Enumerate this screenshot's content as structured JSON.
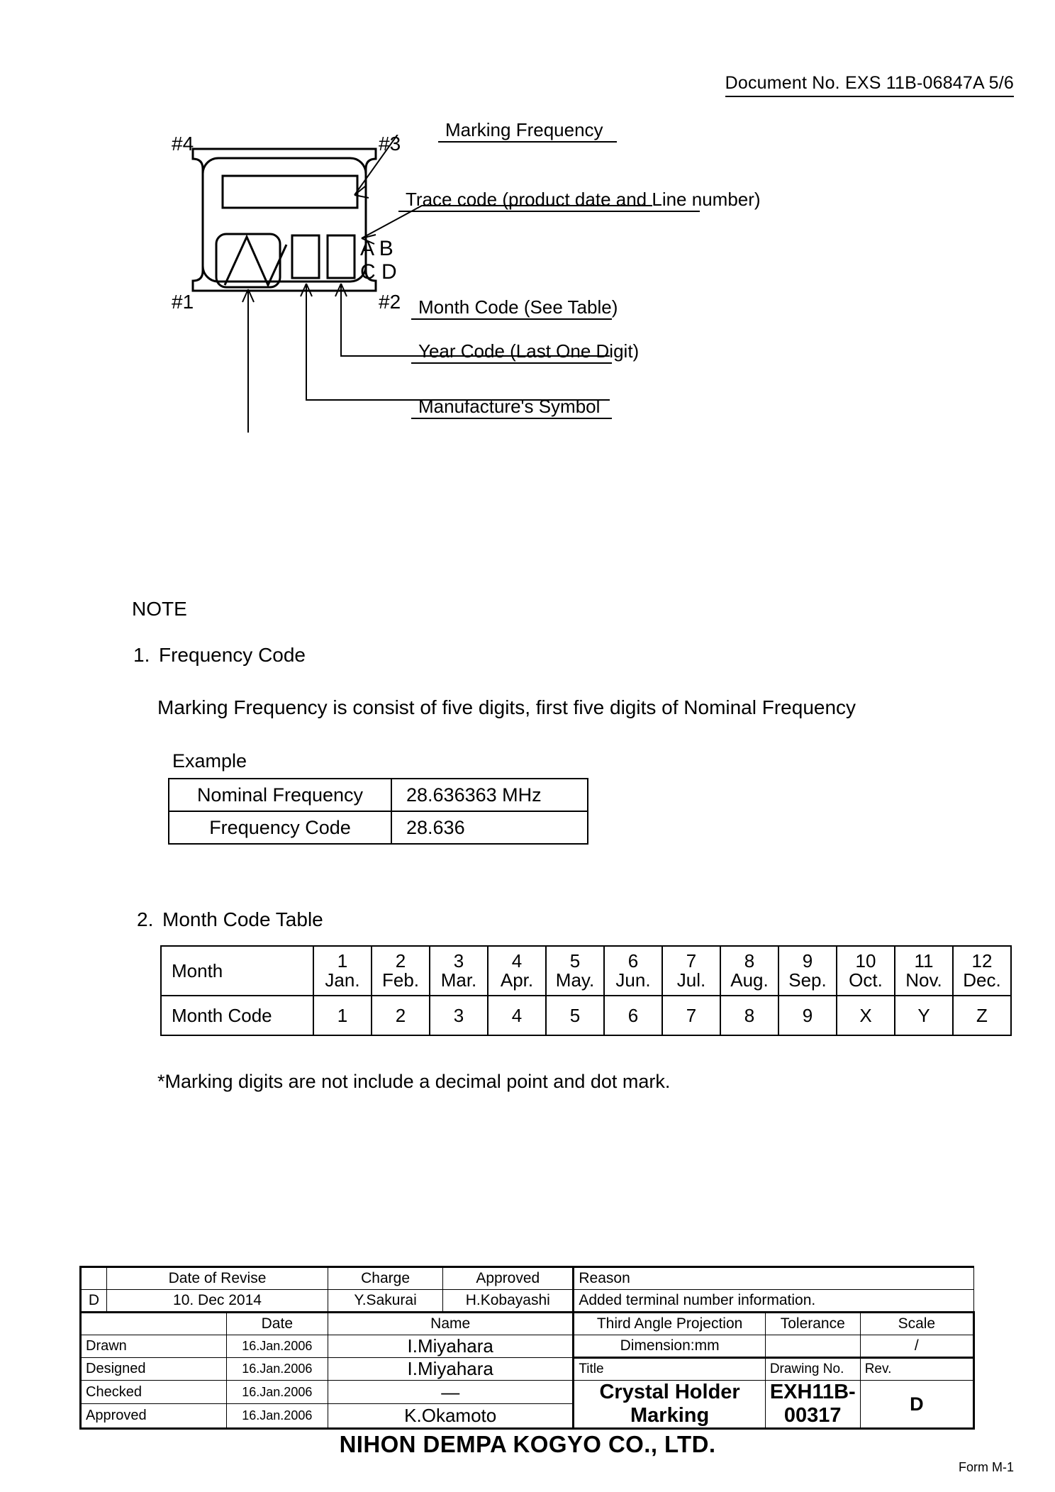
{
  "header": {
    "document_no": "Document No. EXS 11B-06847A  5/6"
  },
  "diagram": {
    "pin_labels": {
      "p4": "#4",
      "p3": "#3",
      "p1": "#1",
      "p2": "#2"
    },
    "marking_text": {
      "line1": "A B",
      "line2": "C D"
    },
    "callouts": [
      {
        "id": "marking-frequency",
        "label": "Marking Frequency"
      },
      {
        "id": "trace-code",
        "label": "Trace code (product date and Line number)"
      },
      {
        "id": "month-code",
        "label": "Month Code (See Table)"
      },
      {
        "id": "year-code",
        "label": "Year Code (Last One Digit)"
      },
      {
        "id": "manufactures-symbol",
        "label": "Manufacture's  Symbol"
      }
    ]
  },
  "note": {
    "heading": "NOTE",
    "item1": {
      "number": "1.",
      "title": "Frequency Code",
      "body": "Marking Frequency is consist of five digits, first five digits of Nominal Frequency",
      "example_label": "Example",
      "example_rows": [
        {
          "key": "Nominal Frequency",
          "value": "28.636363 MHz"
        },
        {
          "key": "Frequency Code",
          "value": "28.636"
        }
      ]
    },
    "item2": {
      "number": "2.",
      "title": "Month Code Table",
      "row_headers": [
        "Month",
        "Month Code"
      ],
      "months": [
        {
          "num": "1",
          "abbr": "Jan.",
          "code": "1"
        },
        {
          "num": "2",
          "abbr": "Feb.",
          "code": "2"
        },
        {
          "num": "3",
          "abbr": "Mar.",
          "code": "3"
        },
        {
          "num": "4",
          "abbr": "Apr.",
          "code": "4"
        },
        {
          "num": "5",
          "abbr": "May.",
          "code": "5"
        },
        {
          "num": "6",
          "abbr": "Jun.",
          "code": "6"
        },
        {
          "num": "7",
          "abbr": "Jul.",
          "code": "7"
        },
        {
          "num": "8",
          "abbr": "Aug.",
          "code": "8"
        },
        {
          "num": "9",
          "abbr": "Sep.",
          "code": "9"
        },
        {
          "num": "10",
          "abbr": "Oct.",
          "code": "X"
        },
        {
          "num": "11",
          "abbr": "Nov.",
          "code": "Y"
        },
        {
          "num": "12",
          "abbr": "Dec.",
          "code": "Z"
        }
      ]
    },
    "footnote": "*Marking digits are not include a decimal point and dot mark."
  },
  "title_block": {
    "revision_header": {
      "rev": "",
      "date_of_revise": "Date of Revise",
      "charge": "Charge",
      "approved": "Approved",
      "reason": "Reason"
    },
    "revision_row": {
      "rev": "D",
      "date": "10. Dec 2014",
      "charge": "Y.Sakurai",
      "approved": "H.Kobayashi",
      "reason": "Added terminal number information."
    },
    "sign_header": {
      "blank": "",
      "date": "Date",
      "name": "Name"
    },
    "sign_rows": [
      {
        "role": "Drawn",
        "date": "16.Jan.2006",
        "name": "I.Miyahara"
      },
      {
        "role": "Designed",
        "date": "16.Jan.2006",
        "name": "I.Miyahara"
      },
      {
        "role": "Checked",
        "date": "16.Jan.2006",
        "name": "—"
      },
      {
        "role": "Approved",
        "date": "16.Jan.2006",
        "name": "K.Okamoto"
      }
    ],
    "projection_header": "Third Angle Projection",
    "projection_value": "Dimension:mm",
    "tolerance_header": "Tolerance",
    "tolerance_value": "",
    "scale_header": "Scale",
    "scale_value": "/",
    "title_label": "Title",
    "title_value": "Crystal Holder Marking",
    "drawing_no_label": "Drawing No.",
    "drawing_no_value": "EXH11B-00317",
    "rev_label": "Rev.",
    "rev_value": "D"
  },
  "footer": {
    "company": "NIHON DEMPA KOGYO CO., LTD.",
    "form": "Form M-1"
  }
}
